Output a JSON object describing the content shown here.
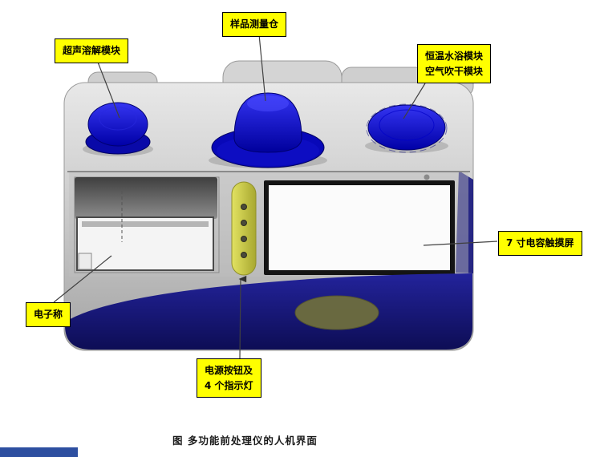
{
  "caption": "图  多功能前处理仪的人机界面",
  "callouts": {
    "ultrasonic_module": "超声溶解模块",
    "sample_chamber": "样品测量仓",
    "water_bath_module": "恒温水浴模块",
    "air_dry_module": "空气吹干模块",
    "touch_screen": "7 寸电容触摸屏",
    "electronic_scale": "电子称",
    "power_button_line1": "电源按钮及",
    "power_button_line2": "4 个指示灯"
  },
  "device": {
    "indicator_light_count": 4
  },
  "colors": {
    "callout_bg": "#ffff00",
    "knob_blue": "#1010d8",
    "base_navy": "#15157c",
    "power_strip": "#cfcf45",
    "body_gray": "#c9c9c9"
  }
}
